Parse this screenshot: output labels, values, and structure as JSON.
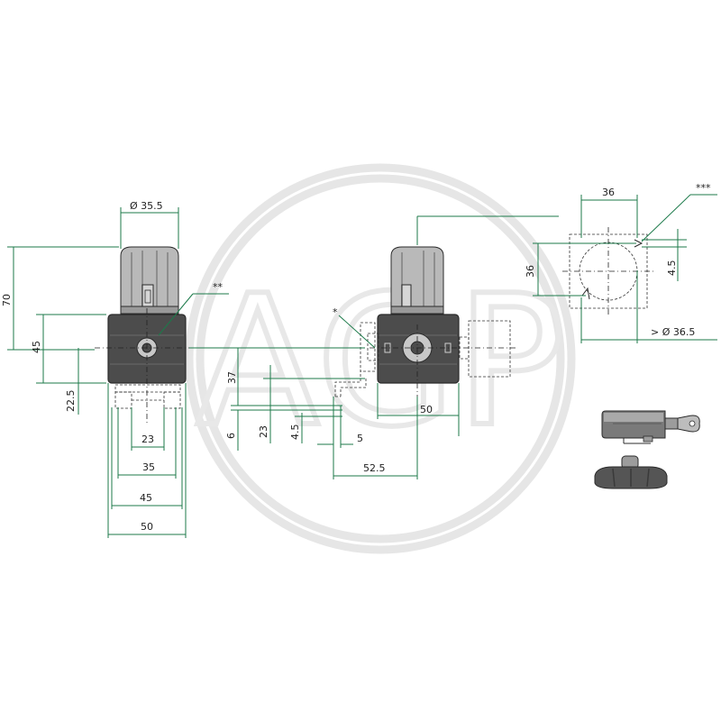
{
  "watermark": {
    "text": "AGP"
  },
  "colors": {
    "dimension": "#1c7a4a",
    "body": "#4c4c4c",
    "knob": "#b9b9b9",
    "knob_dark": "#8e8e8e",
    "outline": "#2b2b2b"
  },
  "front_view": {
    "dim_diameter": "Ø 35.5",
    "dim_70": "70",
    "dim_45": "45",
    "dim_22_5": "22.5",
    "dim_23": "23",
    "dim_35": "35",
    "dim_45b": "45",
    "dim_50": "50",
    "note_double_star": "**"
  },
  "side_view": {
    "note_star": "*",
    "dim_37": "37",
    "dim_6": "6",
    "dim_23": "23",
    "dim_4_5": "4.5",
    "dim_5": "5",
    "dim_50": "50",
    "dim_52_5": "52.5"
  },
  "panel_cutout": {
    "dim_36_top": "36",
    "dim_36_left": "36",
    "dim_4_5": "4.5",
    "dim_diameter": "> Ø 36.5",
    "note_triple_star": "***"
  }
}
